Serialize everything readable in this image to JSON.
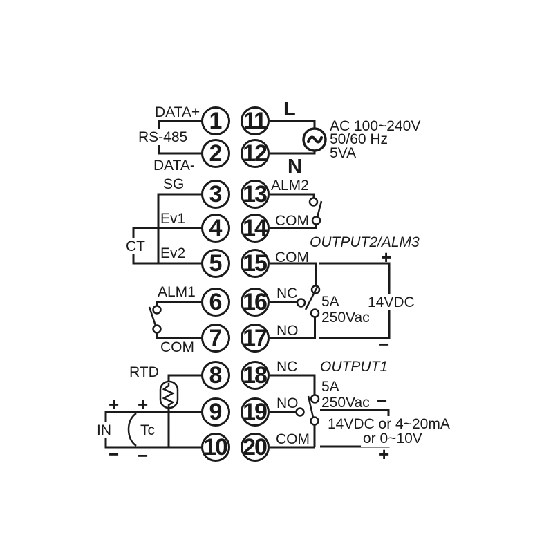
{
  "terminals_left": [
    "1",
    "2",
    "3",
    "4",
    "5",
    "6",
    "7",
    "8",
    "9",
    "10"
  ],
  "terminals_right": [
    "11",
    "12",
    "13",
    "14",
    "15",
    "16",
    "17",
    "18",
    "19",
    "20"
  ],
  "line_color": "#1a1a1a",
  "rs485": {
    "label": "RS-485",
    "data_plus": "DATA+",
    "data_minus": "DATA-"
  },
  "signals": {
    "sg": "SG",
    "ev1": "Ev1",
    "ev2": "Ev2",
    "ct": "CT"
  },
  "alarm1": {
    "label": "ALM1",
    "com": "COM"
  },
  "power": {
    "line": "L",
    "neutral": "N",
    "spec1": "AC 100~240V",
    "spec2": "50/60 Hz",
    "spec3": "5VA",
    "source_icon": "ac-sine-source"
  },
  "alarm2": {
    "label": "ALM2",
    "com": "COM"
  },
  "output2": {
    "title": "OUTPUT2/ALM3",
    "com": "COM",
    "nc": "NC",
    "no": "NO",
    "rating_current": "5A",
    "rating_voltage": "250Vac",
    "dc": "14VDC",
    "plus": "+",
    "minus": "−"
  },
  "output1": {
    "title": "OUTPUT1",
    "nc": "NC",
    "no": "NO",
    "com": "COM",
    "rating_current": "5A",
    "rating_voltage": "250Vac",
    "dc_line1": "14VDC or 4~20mA",
    "dc_line2": "or 0~10V",
    "plus": "+",
    "minus": "−"
  },
  "sensor": {
    "rtd": "RTD",
    "tc": "Tc",
    "input": "IN",
    "in_plus": "+",
    "in_minus": "−",
    "tc_plus": "+",
    "tc_minus": "−"
  }
}
